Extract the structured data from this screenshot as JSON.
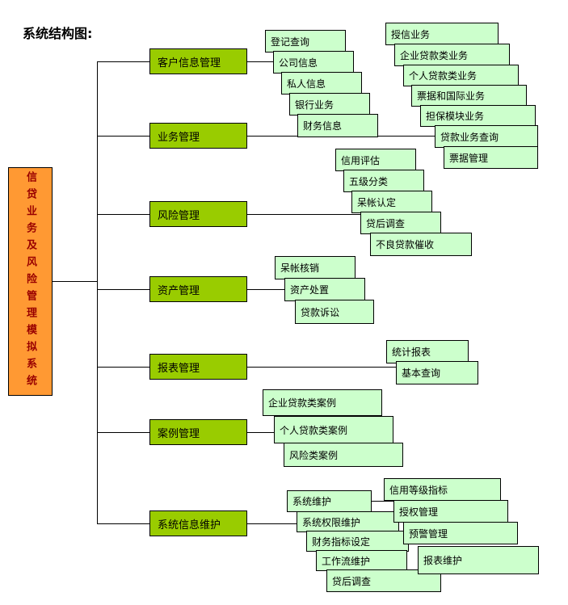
{
  "title": "系统结构图:",
  "root": {
    "label": "信贷业务及风险管理模拟系统"
  },
  "categories": [
    "客户信息管理",
    "业务管理",
    "风险管理",
    "资产管理",
    "报表管理",
    "案例管理",
    "系统信息维护"
  ],
  "leaves": {
    "customer": [
      "登记查询",
      "公司信息",
      "私人信息",
      "银行业务",
      "财务信息"
    ],
    "business": [
      "授信业务",
      "企业贷款类业务",
      "个人贷款类业务",
      "票据和国际业务",
      "担保模块业务",
      "贷款业务查询",
      "票据管理"
    ],
    "risk": [
      "信用评估",
      "五级分类",
      "呆帐认定",
      "贷后调查",
      "不良贷款催收"
    ],
    "asset": [
      "呆帐核销",
      "资产处置",
      "贷款诉讼"
    ],
    "report": [
      "统计报表",
      "基本查询"
    ],
    "case": [
      "企业贷款类案例",
      "个人贷款类案例",
      "风险类案例"
    ],
    "system": [
      "系统维护",
      "系统权限维护",
      "财务指标设定",
      "工作流维护",
      "贷后调查"
    ],
    "system_right": [
      "信用等级指标",
      "授权管理",
      "预警管理",
      "报表维护"
    ]
  },
  "colors": {
    "root_fill": "#FF9933",
    "root_text": "#990000",
    "category_fill": "#99CC00",
    "leaf_fill": "#CCFFCC",
    "line": "#000000"
  }
}
